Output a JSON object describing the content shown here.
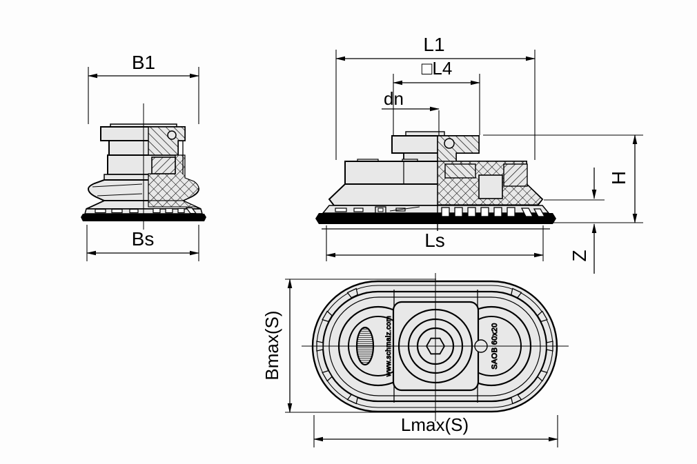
{
  "drawing": {
    "type": "technical-drawing",
    "background": "#fdfdfd",
    "line_color": "#000000",
    "part_fill_color": "#e8e8e8",
    "views": {
      "front": {
        "dim_width_top": "B1",
        "dim_width_bottom": "Bs"
      },
      "side": {
        "dim_length_total": "L1",
        "dim_flange_square": "□L4",
        "dim_nozzle": "dn",
        "dim_height": "H",
        "dim_stroke": "Z",
        "dim_length_bottom": "Ls"
      },
      "plan": {
        "dim_width": "Bmax(S)",
        "dim_length": "Lmax(S)",
        "marking_left": "www.schmalz.com",
        "marking_right": "SAOB 60x20"
      }
    }
  }
}
